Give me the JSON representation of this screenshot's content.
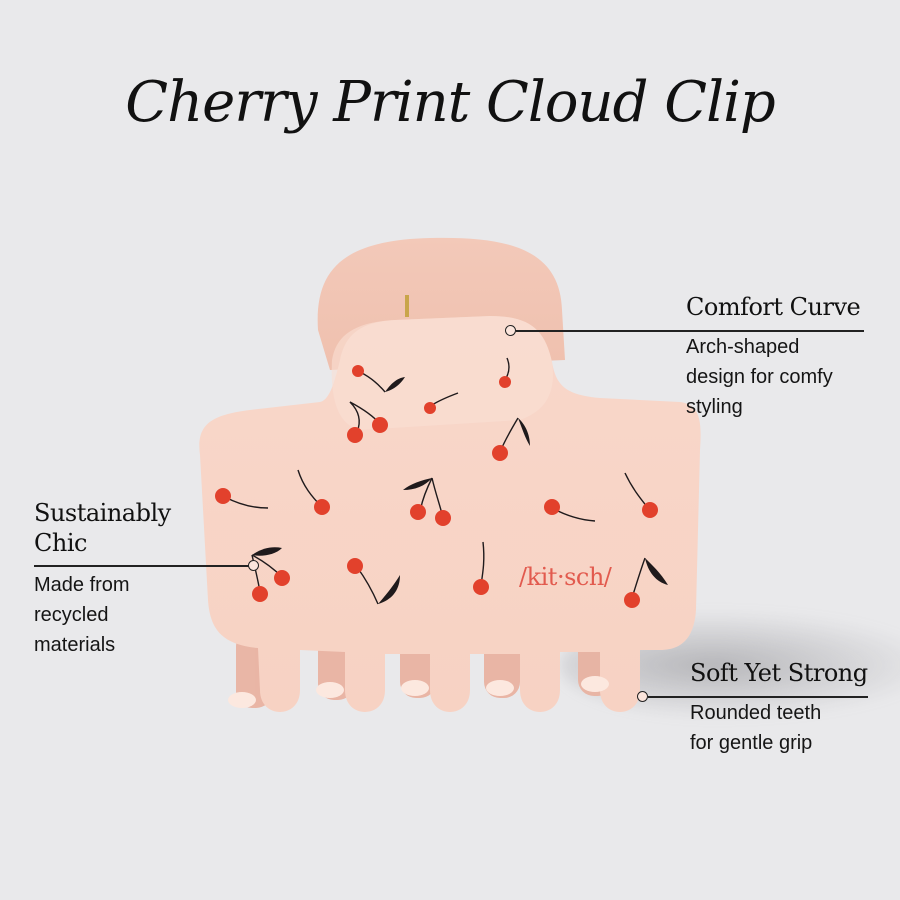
{
  "title": "Cherry Print Cloud Clip",
  "brand_mark": "/kit·sch/",
  "colors": {
    "background": "#e9e9eb",
    "clip": "#f9d8cb",
    "cherry": "#e2412c",
    "leaf": "#1f1a1c",
    "brand": "#e25a4e",
    "text": "#111111"
  },
  "callouts": [
    {
      "id": "comfort-curve",
      "heading": "Comfort Curve",
      "description_lines": [
        "Arch-shaped",
        "design for comfy",
        "styling"
      ]
    },
    {
      "id": "sustainably-chic",
      "heading_lines": [
        "Sustainably",
        "Chic"
      ],
      "description_lines": [
        "Made from",
        "recycled",
        "materials"
      ]
    },
    {
      "id": "soft-yet-strong",
      "heading": "Soft Yet Strong",
      "description_lines": [
        "Rounded teeth",
        "for gentle grip"
      ]
    }
  ]
}
